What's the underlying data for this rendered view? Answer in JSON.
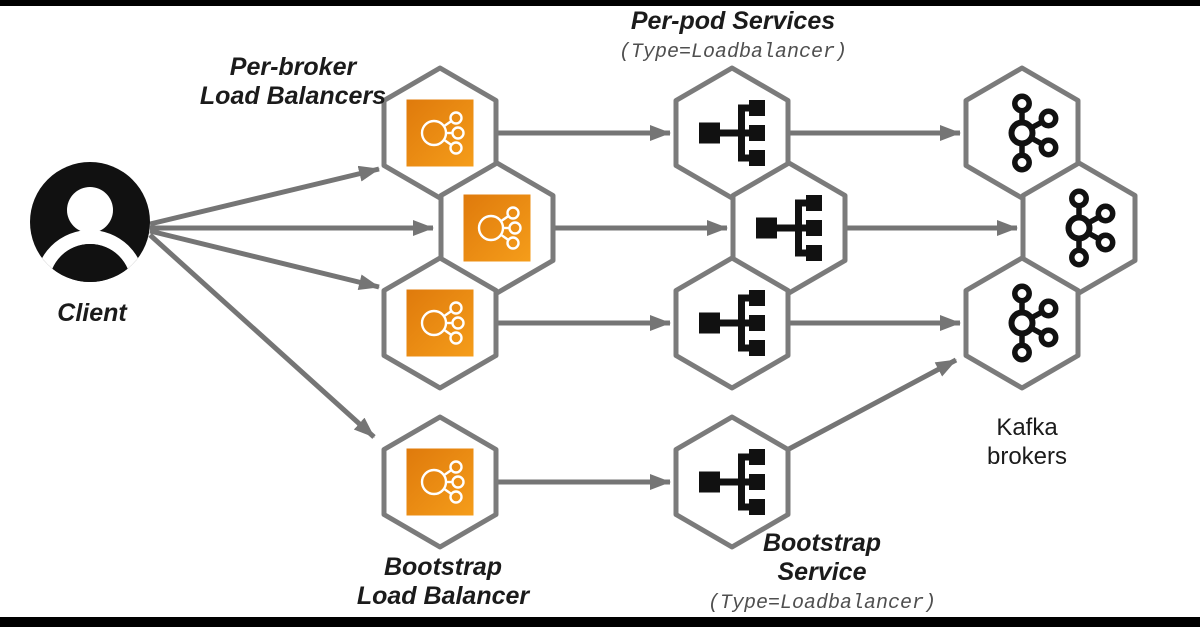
{
  "colors": {
    "background": "#ffffff",
    "letterbox": "#000000",
    "line": "#757575",
    "hex_stroke": "#7b7b7b",
    "icon_ink": "#111111",
    "label_ink": "#1b1b1b",
    "muted_ink": "#4f4f4f",
    "orange_1": "#df7a0c",
    "orange_2": "#f59d1a"
  },
  "labels": {
    "client": "Client",
    "per_broker": {
      "line1": "Per-broker",
      "line2": "Load Balancers"
    },
    "per_pod": {
      "line1": "Per-pod Services",
      "line2": "(Type=Loadbalancer)"
    },
    "kafka": {
      "line1": "Kafka",
      "line2": "brokers"
    },
    "bootstrap_lb": {
      "line1": "Bootstrap",
      "line2": "Load Balancer"
    },
    "bootstrap_service": {
      "line1": "Bootstrap",
      "line2": "Service",
      "line3": "(Type=Loadbalancer)"
    }
  },
  "icons": {
    "client": "person-icon",
    "load_balancer": "load-balancer-icon",
    "service": "service-tree-icon",
    "kafka_broker": "kafka-logo-icon"
  },
  "nodes": {
    "per_broker_load_balancers": 3,
    "per_pod_services": 3,
    "kafka_brokers": 3,
    "bootstrap_load_balancer": 1,
    "bootstrap_service": 1
  }
}
